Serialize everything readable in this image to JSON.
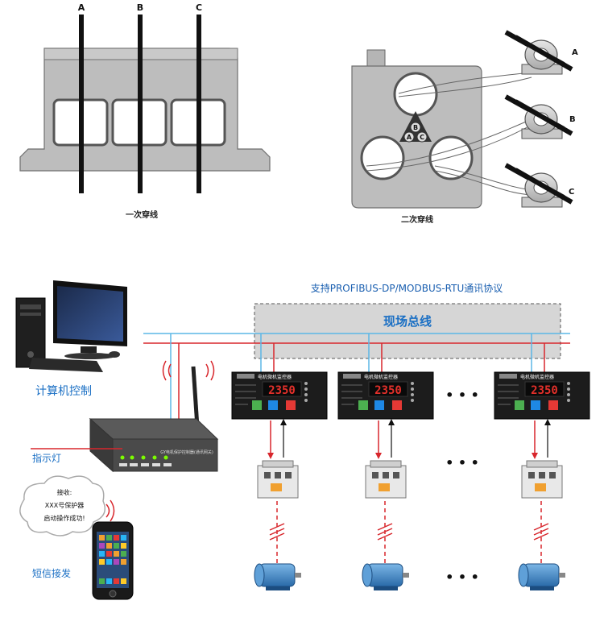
{
  "top_left": {
    "phase_labels": [
      "A",
      "B",
      "C"
    ],
    "caption": "一次穿线"
  },
  "top_right": {
    "phase_labels": [
      "A",
      "B",
      "C"
    ],
    "triangle_labels": [
      "B",
      "A",
      "C"
    ],
    "caption": "二次穿线"
  },
  "network": {
    "protocol_label": "支持PROFIBUS-DP/MODBUS-RTU通讯协议",
    "bus_label": "现场总线",
    "computer_label": "计算机控制",
    "indicator_label": "指示灯",
    "sms_label": "短信接发",
    "gateway_text": "GY电机保护控制器(通讯网关)",
    "sms_message": [
      "接收:",
      "XXX号保护器",
      "启动操作成功!"
    ],
    "controller_title": "电机微机监控器",
    "controller_display": "2350",
    "ellipsis": "• • •"
  },
  "colors": {
    "blue_line": "#5cb7e6",
    "red_line": "#d8262c",
    "dark_line": "#1a1a1a",
    "box_gray": "#c8c8c8",
    "lcd_red": "#e3302a"
  }
}
